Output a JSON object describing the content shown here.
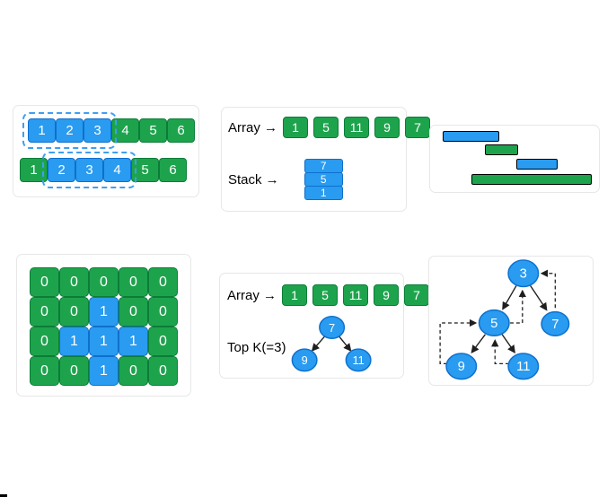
{
  "palette": {
    "green_fill": "#1EA34D",
    "green_border": "#0A7D37",
    "blue_fill": "#299BF0",
    "blue_border": "#0D70CD",
    "dash_border": "#3E9EF2",
    "panel_border": "#E7E7E7",
    "arrow": "#1F1F1F"
  },
  "sw": {
    "rows": [
      {
        "values": [
          "1",
          "2",
          "3",
          "4",
          "5",
          "6"
        ],
        "colors": [
          "blue",
          "blue",
          "blue",
          "green",
          "green",
          "green"
        ]
      },
      {
        "values": [
          "1",
          "2",
          "3",
          "4",
          "5",
          "6"
        ],
        "colors": [
          "green",
          "blue",
          "blue",
          "blue",
          "green",
          "green"
        ]
      }
    ]
  },
  "stackp": {
    "array_label": "Array →",
    "array_values": [
      "1",
      "5",
      "11",
      "9",
      "7"
    ],
    "array_colors": [
      "green",
      "green",
      "green",
      "green",
      "green"
    ],
    "stack_label": "Stack →",
    "stack_values": [
      "7",
      "5",
      "1"
    ],
    "stack_colors": [
      "blue",
      "blue",
      "blue"
    ]
  },
  "intervals": {
    "bars": [
      "blue",
      "green",
      "blue",
      "green"
    ]
  },
  "matrix": {
    "rows": [
      {
        "values": [
          "0",
          "0",
          "0",
          "0",
          "0"
        ],
        "colors": [
          "green",
          "green",
          "green",
          "green",
          "green"
        ]
      },
      {
        "values": [
          "0",
          "0",
          "1",
          "0",
          "0"
        ],
        "colors": [
          "green",
          "green",
          "blue",
          "green",
          "green"
        ]
      },
      {
        "values": [
          "0",
          "1",
          "1",
          "1",
          "0"
        ],
        "colors": [
          "green",
          "blue",
          "blue",
          "blue",
          "green"
        ]
      },
      {
        "values": [
          "0",
          "0",
          "1",
          "0",
          "0"
        ],
        "colors": [
          "green",
          "green",
          "blue",
          "green",
          "green"
        ]
      }
    ]
  },
  "heap": {
    "array_label": "Array →",
    "array_values": [
      "1",
      "5",
      "11",
      "9",
      "7"
    ],
    "array_colors": [
      "green",
      "green",
      "green",
      "green",
      "green"
    ],
    "topk_label": "Top K(=3)",
    "nodes": [
      "7",
      "9",
      "11"
    ]
  },
  "tree": {
    "nodes": [
      "3",
      "5",
      "7",
      "9",
      "11"
    ]
  }
}
